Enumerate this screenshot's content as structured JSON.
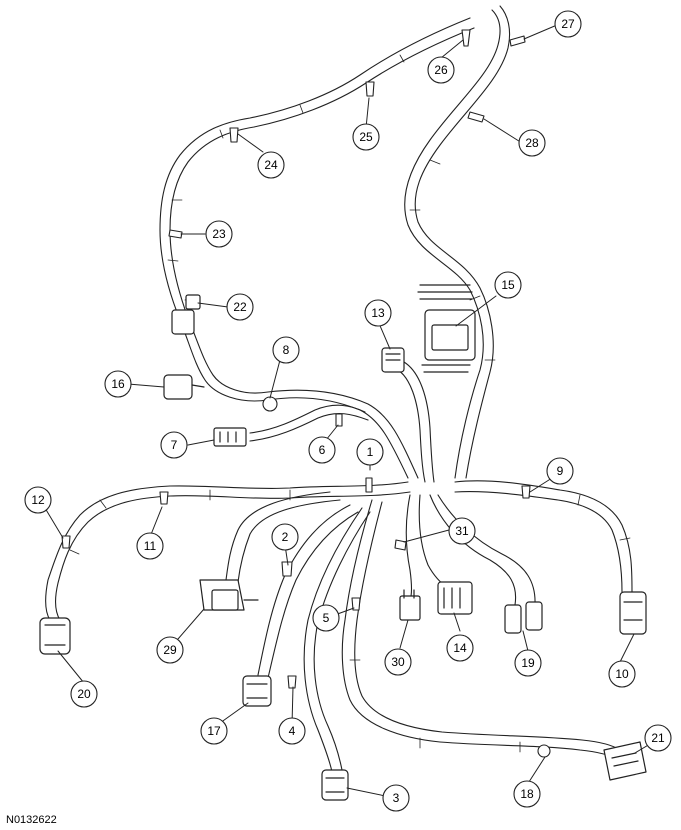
{
  "figure": {
    "id": "N0132622"
  },
  "callouts": [
    {
      "label": "1"
    },
    {
      "label": "2"
    },
    {
      "label": "3"
    },
    {
      "label": "4"
    },
    {
      "label": "5"
    },
    {
      "label": "6"
    },
    {
      "label": "7"
    },
    {
      "label": "8"
    },
    {
      "label": "9"
    },
    {
      "label": "10"
    },
    {
      "label": "11"
    },
    {
      "label": "12"
    },
    {
      "label": "13"
    },
    {
      "label": "14"
    },
    {
      "label": "15"
    },
    {
      "label": "16"
    },
    {
      "label": "17"
    },
    {
      "label": "18"
    },
    {
      "label": "19"
    },
    {
      "label": "20"
    },
    {
      "label": "21"
    },
    {
      "label": "22"
    },
    {
      "label": "23"
    },
    {
      "label": "24"
    },
    {
      "label": "25"
    },
    {
      "label": "26"
    },
    {
      "label": "27"
    },
    {
      "label": "28"
    },
    {
      "label": "29"
    },
    {
      "label": "30"
    },
    {
      "label": "31"
    }
  ]
}
